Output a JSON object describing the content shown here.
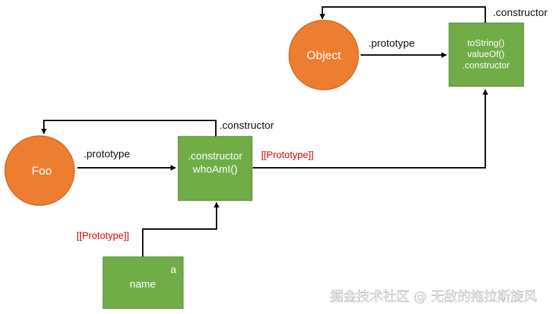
{
  "nodes": {
    "object": {
      "label": "Object",
      "color": "#ED7D31"
    },
    "foo": {
      "label": "Foo",
      "color": "#ED7D31"
    },
    "object_prototype": {
      "lines": [
        "toString()",
        "valueOf()",
        ".constructor"
      ],
      "color": "#70AD47"
    },
    "foo_prototype": {
      "lines": [
        ".constructor",
        "whoAmI()"
      ],
      "color": "#70AD47"
    },
    "instance_a": {
      "title": "a",
      "label": "name",
      "color": "#70AD47"
    }
  },
  "edges": {
    "object_to_proto": ".prototype",
    "object_proto_constructor": ".constructor",
    "foo_to_proto": ".prototype",
    "foo_proto_constructor": ".constructor",
    "foo_proto_to_object_proto": "[[Prototype]]",
    "a_to_foo_proto": "[[Prototype]]"
  },
  "colors": {
    "proto_link": "#E00000",
    "line": "#000000"
  },
  "watermark": "掘金技术社区 @ 无敌的拖拉斯旋风"
}
